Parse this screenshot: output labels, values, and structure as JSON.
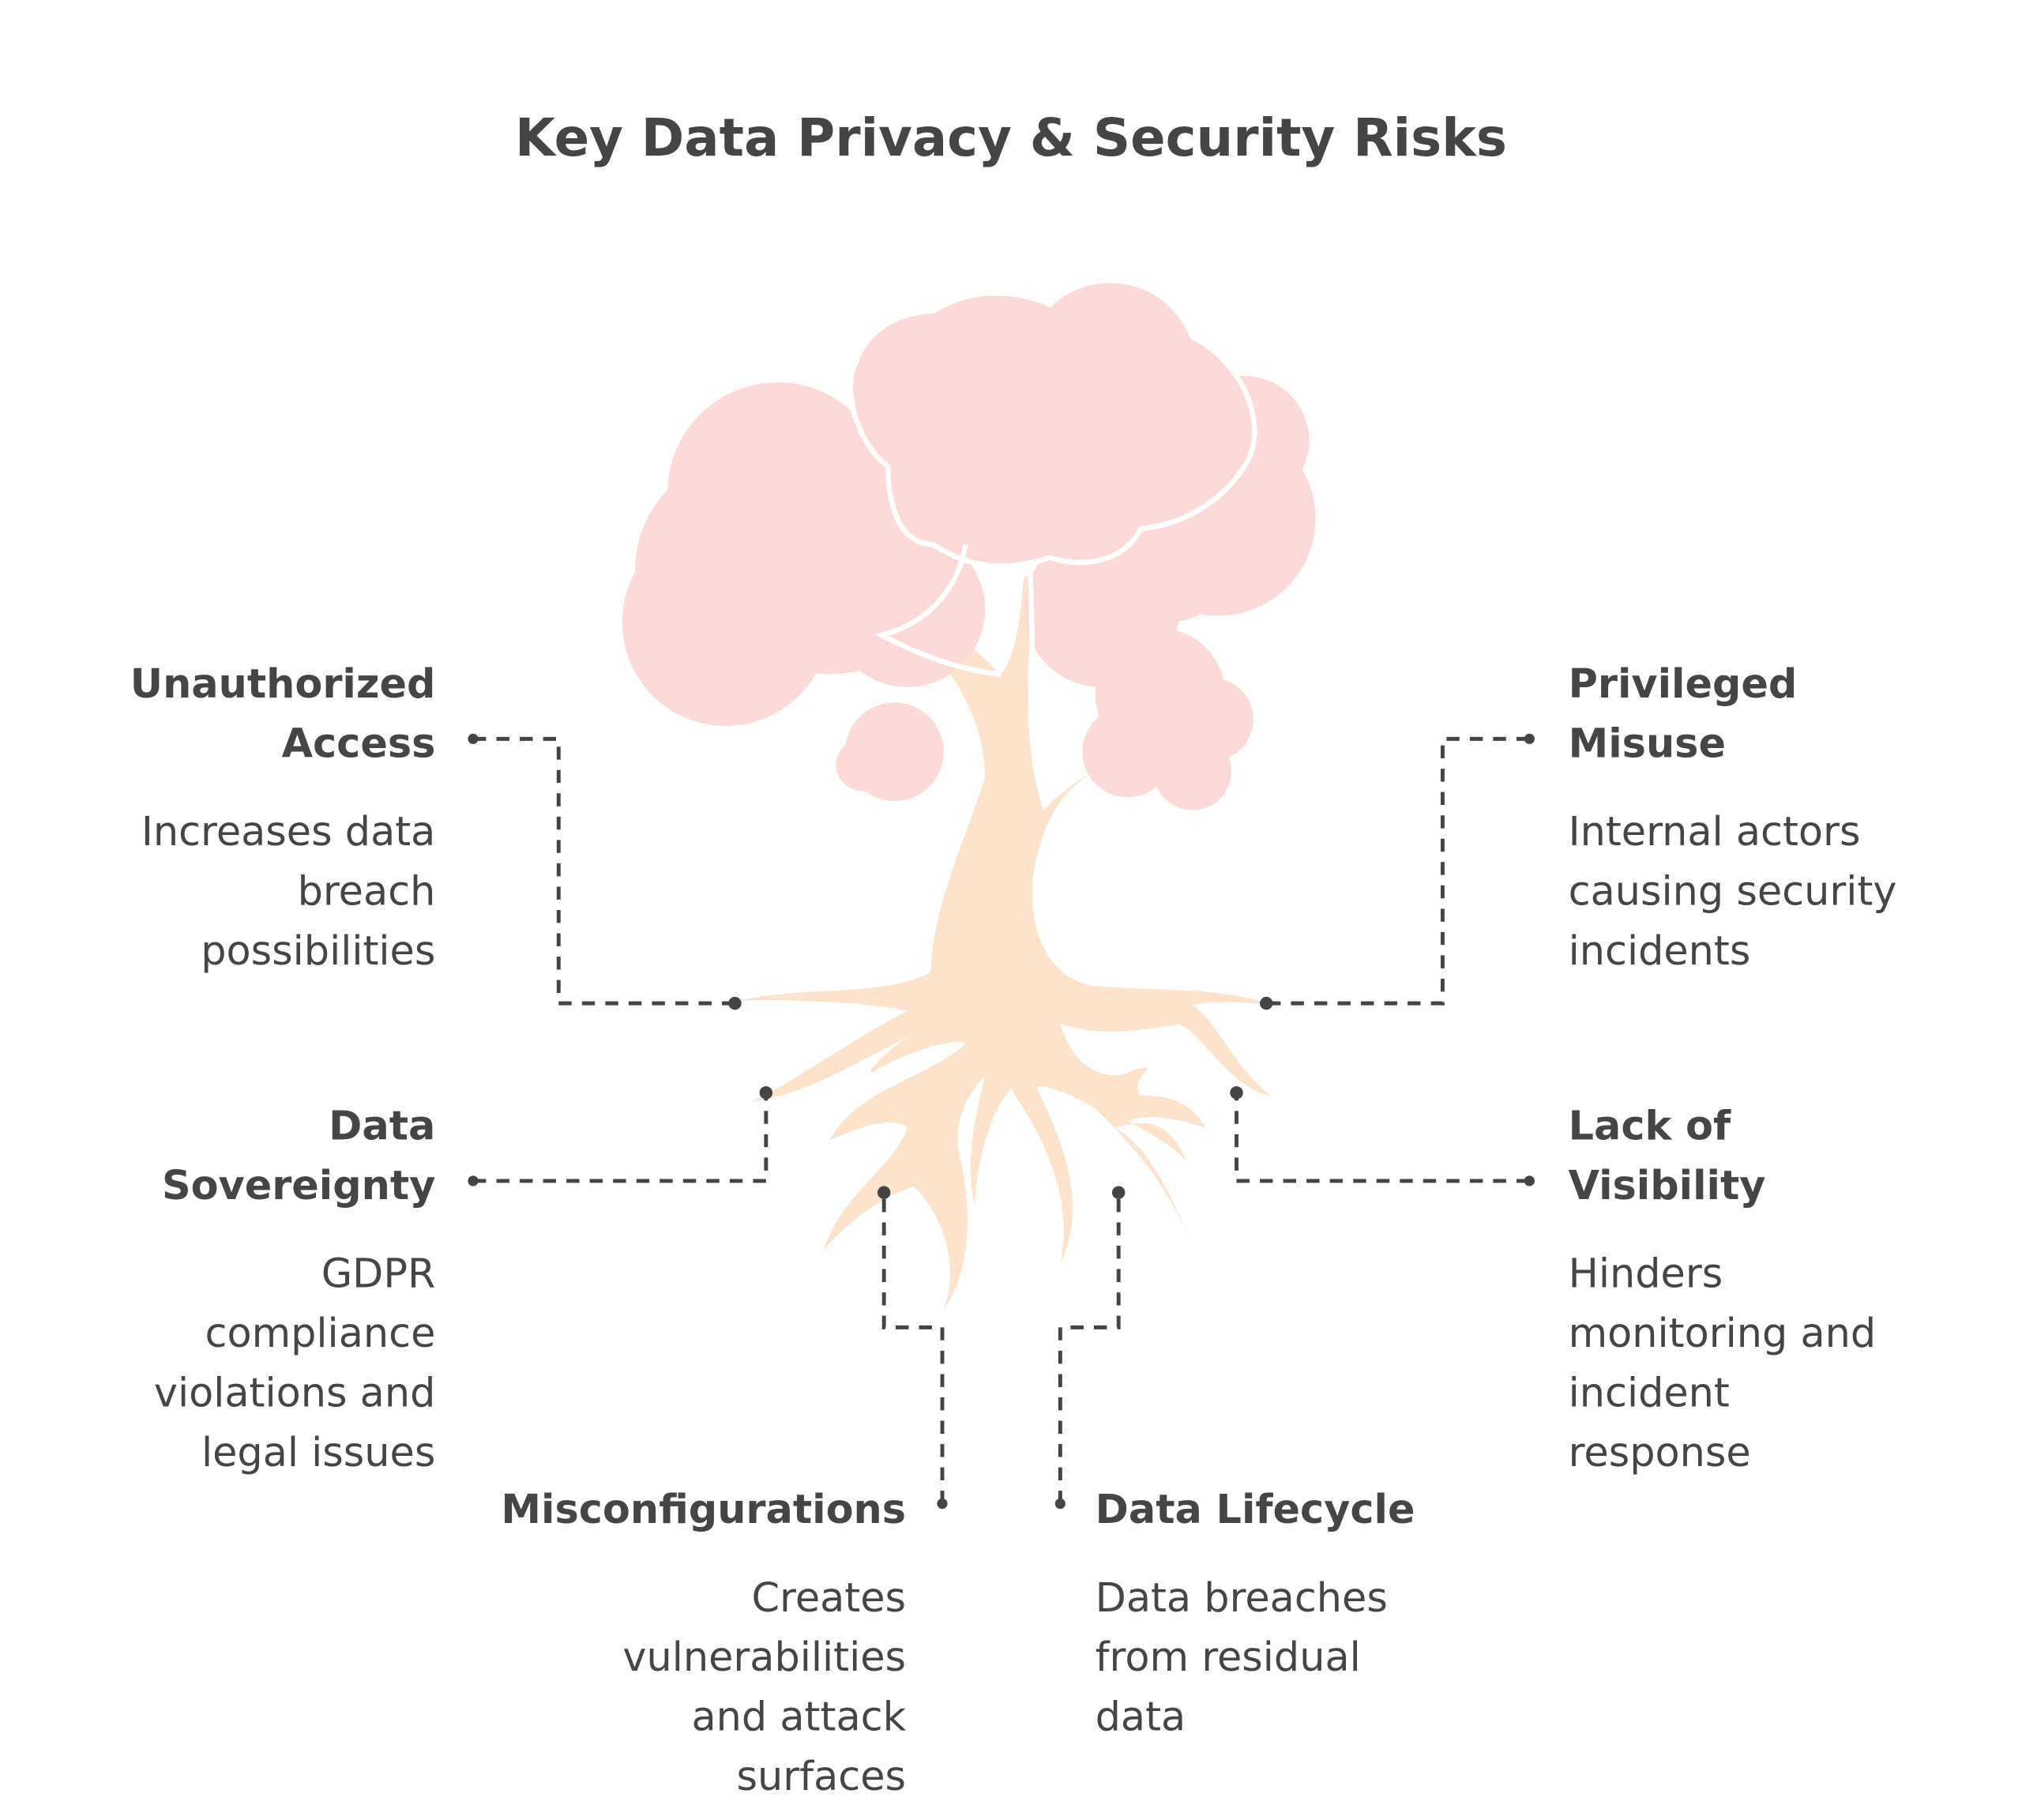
{
  "title": "Key Data Privacy & Security Risks",
  "colors": {
    "canopy": "#fdd9d8",
    "trunk": "#fde3cc",
    "text": "#454545",
    "connector": "#444444"
  },
  "risks": [
    {
      "id": "unauthorized-access",
      "title": [
        "Unauthorized",
        "Access"
      ],
      "desc": [
        "Increases data",
        "breach",
        "possibilities"
      ]
    },
    {
      "id": "data-sovereignty",
      "title": [
        "Data",
        "Sovereignty"
      ],
      "desc": [
        "GDPR",
        "compliance",
        "violations and",
        "legal issues"
      ]
    },
    {
      "id": "misconfigurations",
      "title": [
        "Misconfigurations"
      ],
      "desc": [
        "Creates",
        "vulnerabilities",
        "and attack",
        "surfaces"
      ]
    },
    {
      "id": "data-lifecycle",
      "title": [
        "Data Lifecycle"
      ],
      "desc": [
        "Data breaches",
        "from residual",
        "data"
      ]
    },
    {
      "id": "privileged-misuse",
      "title": [
        "Privileged",
        "Misuse"
      ],
      "desc": [
        "Internal actors",
        "causing security",
        "incidents"
      ]
    },
    {
      "id": "lack-of-visibility",
      "title": [
        "Lack of",
        "Visibility"
      ],
      "desc": [
        "Hinders",
        "monitoring and",
        "incident",
        "response"
      ]
    }
  ]
}
